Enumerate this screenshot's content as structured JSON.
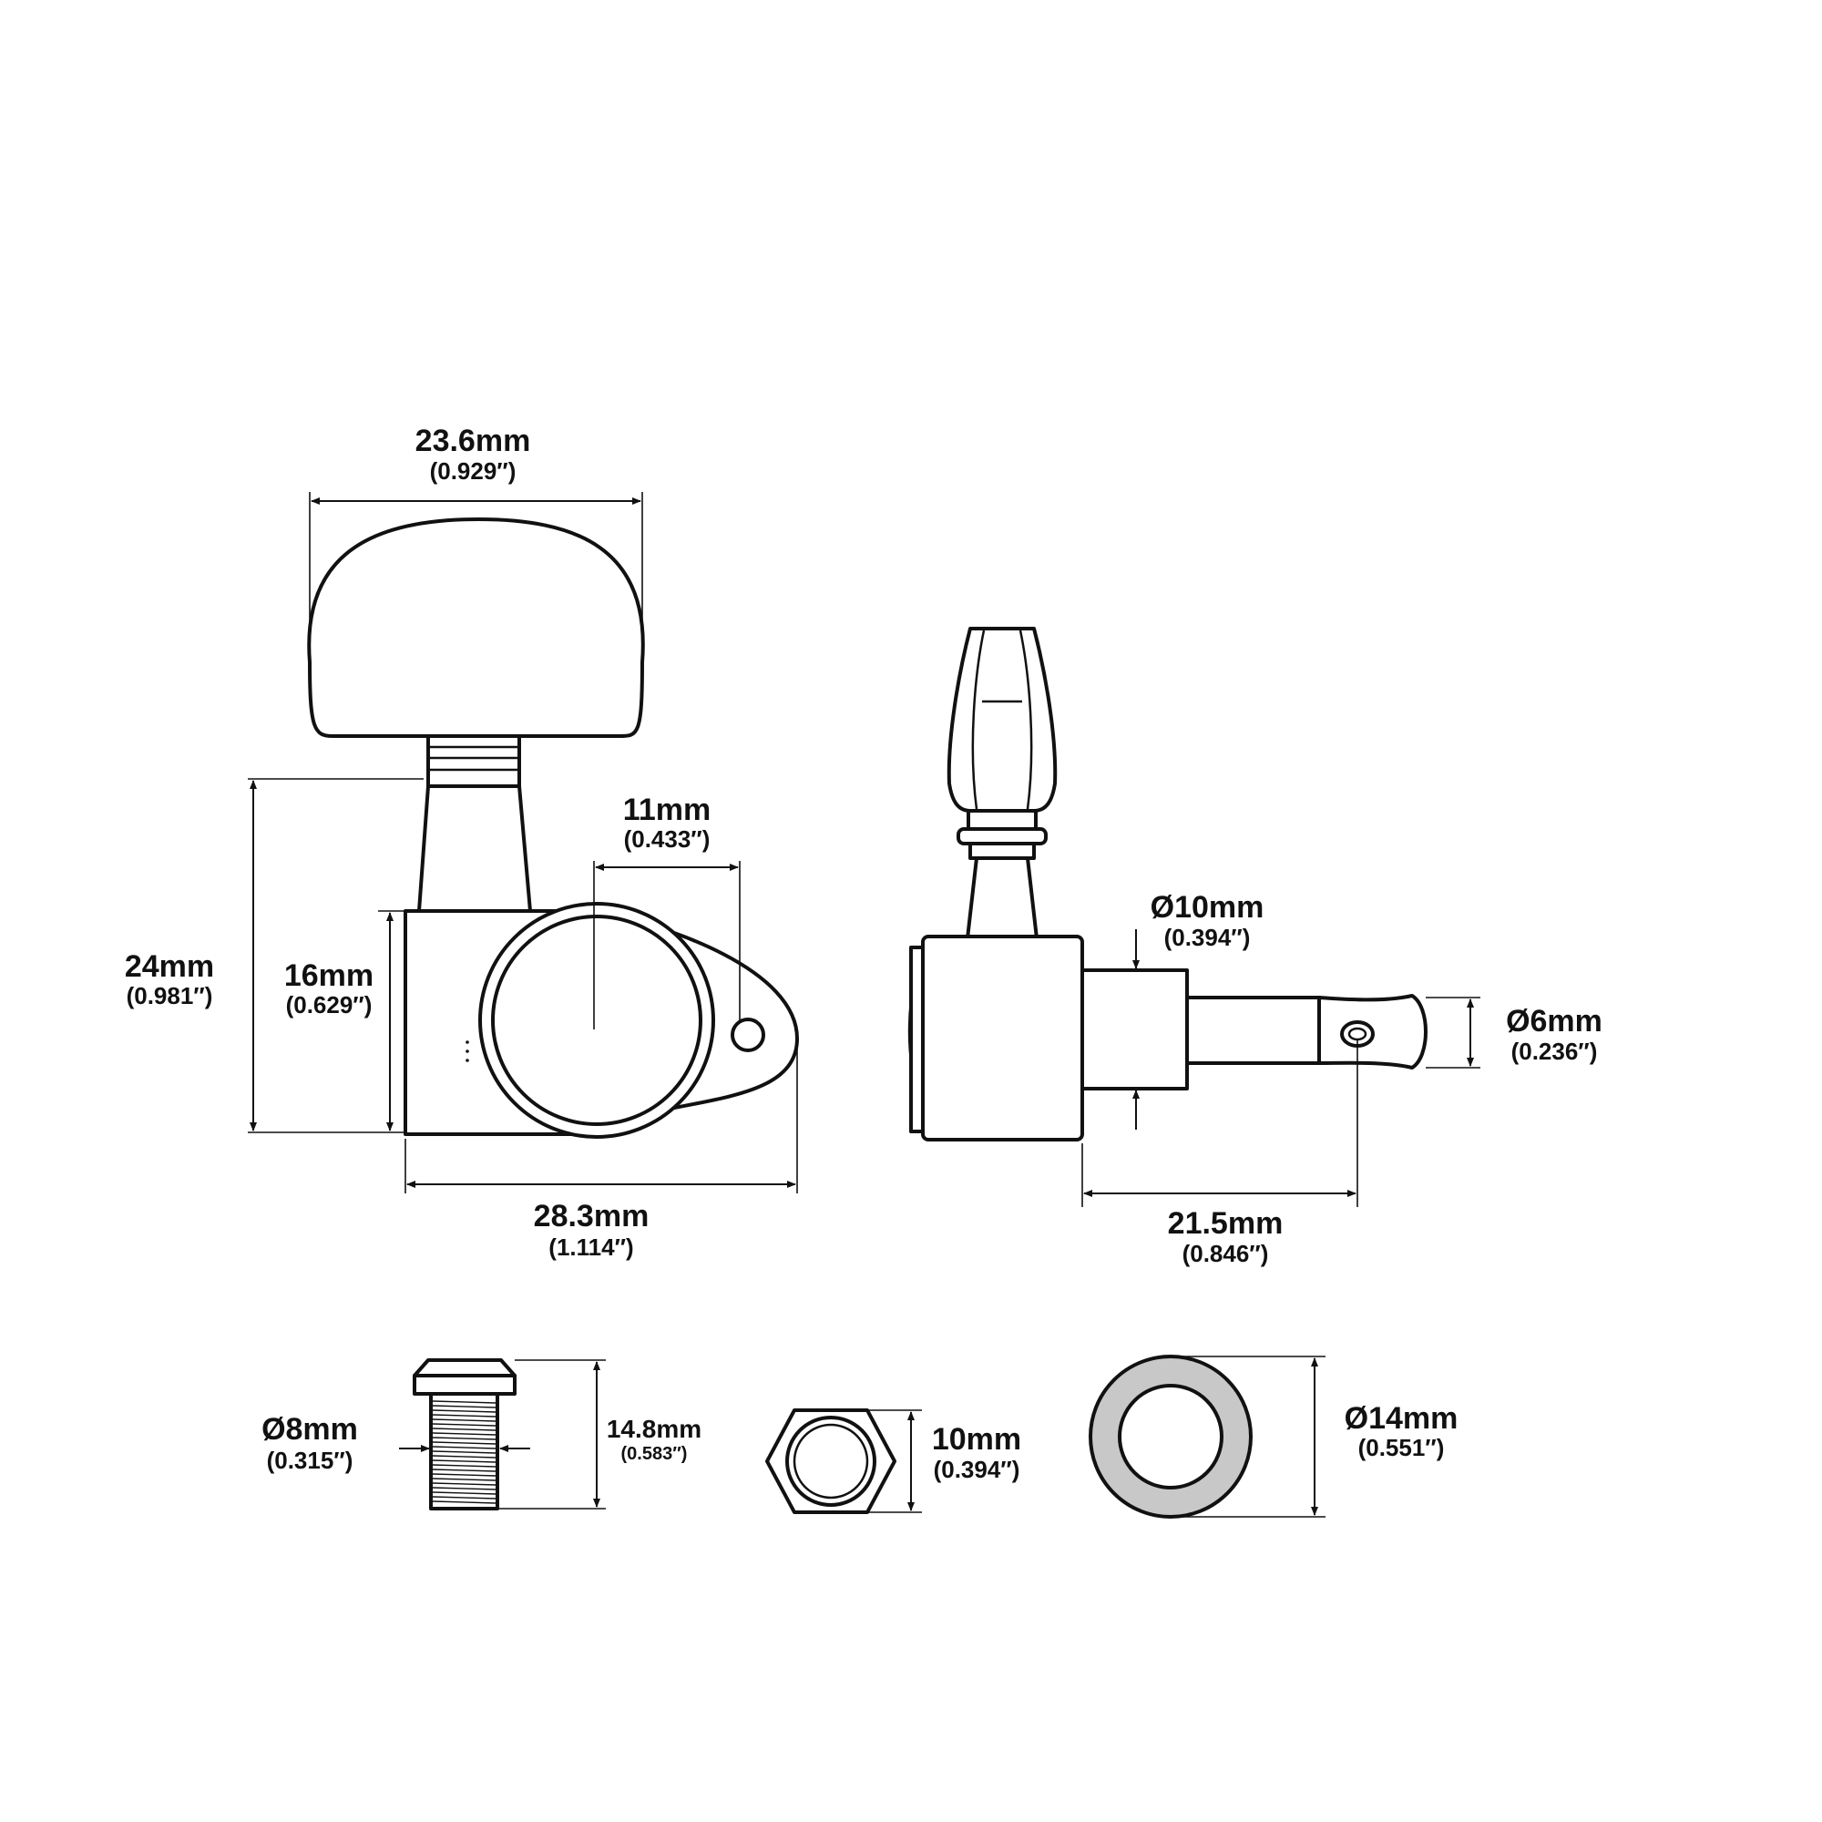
{
  "colors": {
    "ink": "#111111",
    "washer_fill": "#c8c8c8",
    "background": "#ffffff"
  },
  "dimensions": {
    "knob_width": {
      "mm": "23.6mm",
      "inch": "(0.929″)"
    },
    "post_offset": {
      "mm": "11mm",
      "inch": "(0.433″)"
    },
    "total_height": {
      "mm": "24mm",
      "inch": "(0.981″)"
    },
    "housing_height": {
      "mm": "16mm",
      "inch": "(0.629″)"
    },
    "housing_length": {
      "mm": "28.3mm",
      "inch": "(1.114″)"
    },
    "bushing_diameter": {
      "mm": "Ø10mm",
      "inch": "(0.394″)"
    },
    "post_diameter": {
      "mm": "Ø6mm",
      "inch": "(0.236″)"
    },
    "post_length": {
      "mm": "21.5mm",
      "inch": "(0.846″)"
    },
    "sleeve_diameter": {
      "mm": "Ø8mm",
      "inch": "(0.315″)"
    },
    "sleeve_height": {
      "mm": "14.8mm",
      "inch": "(0.583″)"
    },
    "nut_size": {
      "mm": "10mm",
      "inch": "(0.394″)"
    },
    "washer_diameter": {
      "mm": "Ø14mm",
      "inch": "(0.551″)"
    }
  }
}
